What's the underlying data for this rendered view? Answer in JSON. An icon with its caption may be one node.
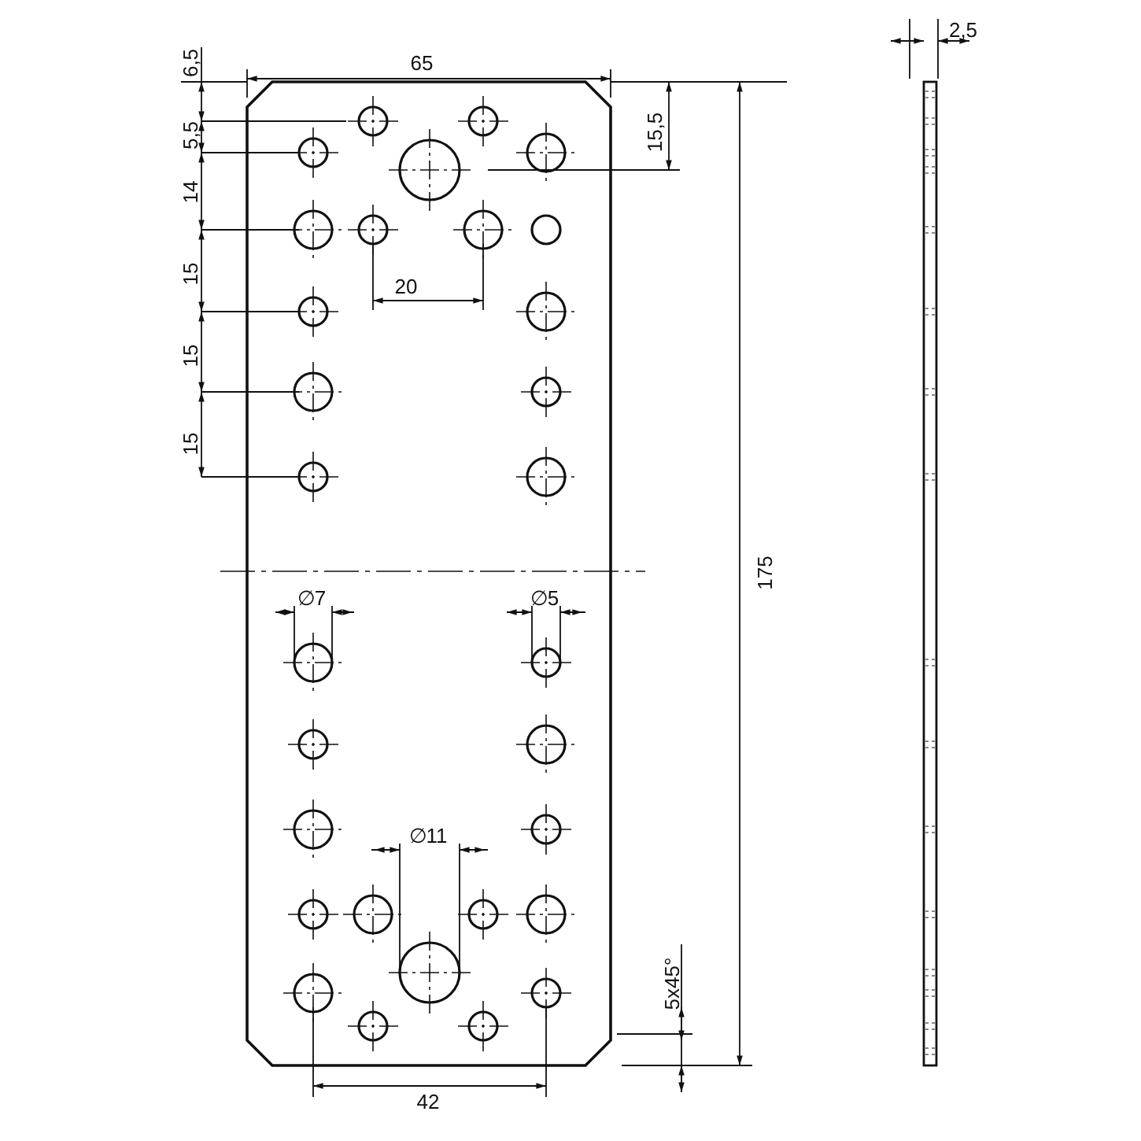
{
  "diagram": {
    "labels": [
      "6,5",
      "65",
      "2,5",
      "5,5",
      "15,5",
      "14",
      "20",
      "15",
      "15",
      "15",
      "175",
      "∅7",
      "∅5",
      "∅11",
      "5x45°",
      "42"
    ]
  }
}
